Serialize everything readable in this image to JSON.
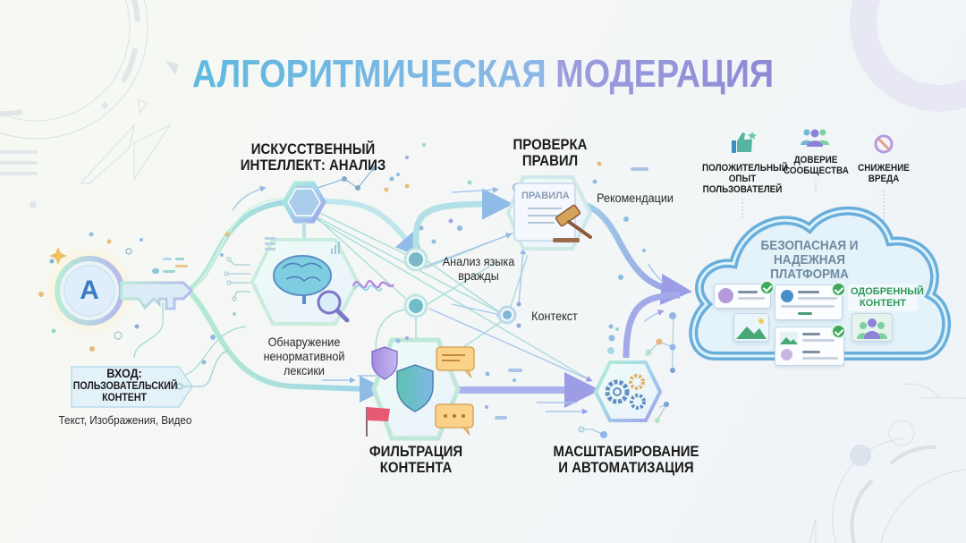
{
  "title": {
    "part1": "АЛГОРИТМИЧЕСКАЯ",
    "part2": "МОДЕРАЦИЯ"
  },
  "input": {
    "heading": "ВХОД:",
    "subheading_line1": "ПОЛЬЗОВАТЕЛЬСКИЙ",
    "subheading_line2": "КОНТЕНТ",
    "types": "Текст, Изображения, Видео",
    "key_letter": "A"
  },
  "stages": {
    "ai_analysis": {
      "line1": "ИСКУССТВЕННЫЙ",
      "line2": "ИНТЕЛЛЕКТ: АНАЛИЗ"
    },
    "rule_check": {
      "line1": "ПРОВЕРКА",
      "line2": "ПРАВИЛ",
      "document_label": "ПРАВИЛА"
    },
    "content_filtering": {
      "line1": "ФИЛЬТРАЦИЯ",
      "line2": "КОНТЕНТА"
    },
    "scaling": {
      "line1": "МАСШТАБИРОВАНИЕ",
      "line2": "И АВТОМАТИЗАЦИЯ"
    }
  },
  "labels": {
    "profanity_detection": {
      "line1": "Обнаружение",
      "line2": "ненормативной",
      "line3": "лексики"
    },
    "hate_speech": {
      "line1": "Анализ языка",
      "line2": "вражды"
    },
    "recommendations": "Рекомендации",
    "context": "Контекст"
  },
  "outcomes": [
    {
      "icon": "thumbs-up-icon",
      "line1": "ПОЛОЖИТЕЛЬНЫЙ",
      "line2": "ОПЫТ",
      "line3": "ПОЛЬЗОВАТЕЛЕЙ"
    },
    {
      "icon": "community-icon",
      "line1": "ДОВЕРИЕ",
      "line2": "СООБЩЕСТВА"
    },
    {
      "icon": "no-harm-icon",
      "line1": "СНИЖЕНИЕ",
      "line2": "ВРЕДА"
    }
  ],
  "platform": {
    "line1": "БЕЗОПАСНАЯ И",
    "line2": "НАДЕЖНАЯ",
    "line3": "ПЛАТФОРМА",
    "approved_line1": "ОДОБРЕННЫЙ",
    "approved_line2": "КОНТЕНТ"
  },
  "colors": {
    "title_start": "#5fb9e0",
    "title_end": "#8d8ad6",
    "flow_green": "#9fe0c4",
    "flow_blue": "#8fb8ea",
    "flow_violet": "#9a9be6",
    "check_green": "#3eaa5e",
    "cloud_border": "#6aaedc"
  }
}
